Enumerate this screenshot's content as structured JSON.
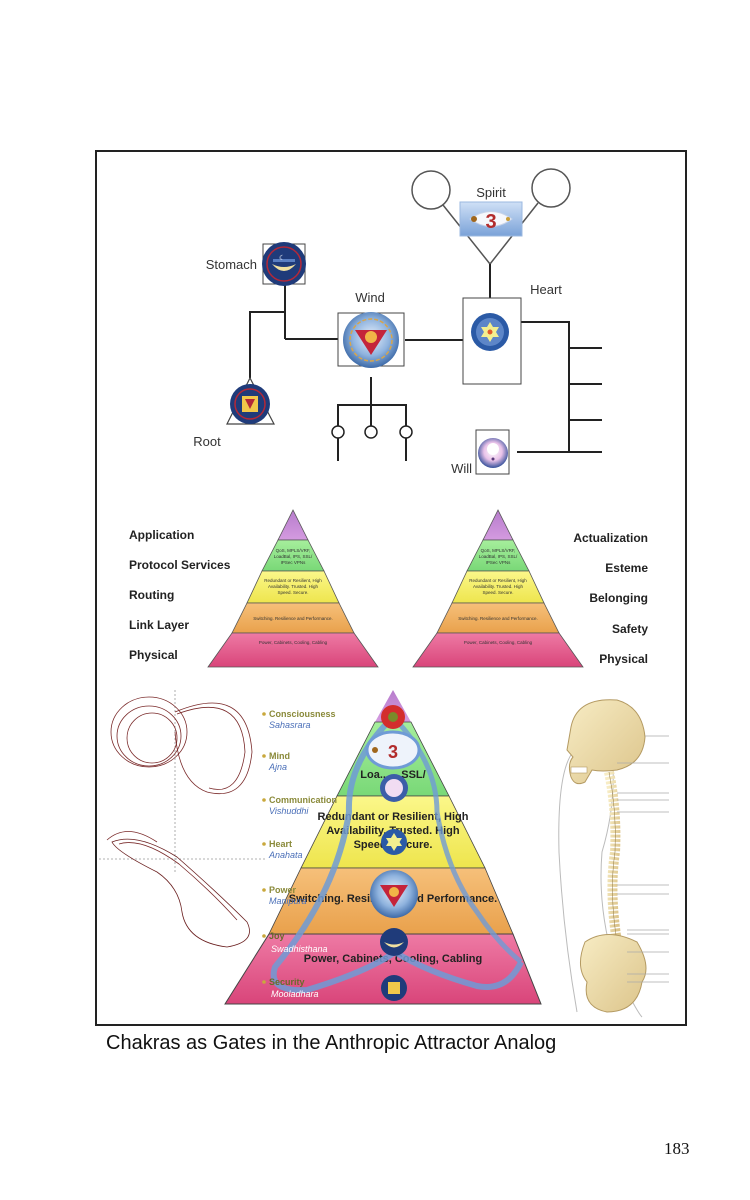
{
  "figure": {
    "network_diagram": {
      "nodes": [
        {
          "id": "spirit",
          "label": "Spirit"
        },
        {
          "id": "stomach",
          "label": "Stomach"
        },
        {
          "id": "wind",
          "label": "Wind"
        },
        {
          "id": "heart",
          "label": "Heart"
        },
        {
          "id": "root",
          "label": "Root"
        },
        {
          "id": "will",
          "label": "Will"
        }
      ]
    },
    "osi_pyramid": {
      "left_labels": [
        "Application",
        "Protocol Services",
        "Routing",
        "Link Layer",
        "Physical"
      ],
      "tiers": [
        {
          "text": "",
          "color": "#c98ad6"
        },
        {
          "text": "QoS, MPLS/VRF, LoadBal, IPS, SSL/ IPSec VPNs",
          "color": "#8fe08a"
        },
        {
          "text": "Redundant or Resilient, High Availability. Trusted. High Speed. Secure.",
          "color": "#f3f06a"
        },
        {
          "text": "Switching. Resilience and Performance.",
          "color": "#f1ad5e"
        },
        {
          "text": "Power, Cabinets, Cooling, Cabling",
          "color": "#e65b8c"
        }
      ]
    },
    "maslow_pyramid": {
      "right_labels": [
        "Actualization",
        "Esteme",
        "Belonging",
        "Safety",
        "Physical"
      ],
      "tiers": [
        {
          "text": ""
        },
        {
          "text": "QoS, MPLS/VRF, LoadBal, IPS, SSL/ IPSec VPNs"
        },
        {
          "text": "Redundant or Resilient, High Availability. Trusted. High Speed. Secure."
        },
        {
          "text": "Switching. Resilience and Performance."
        },
        {
          "text": "Power, Cabinets, Cooling, Cabling"
        }
      ]
    },
    "chakra_pyramid": {
      "tier_texts": [
        "Q... ..., Loa... ...SSL/ IP...",
        "Redundant or Resilient, High Availability. Trusted. High Speed. Secure.",
        "Switching. Resilience and Performance.",
        "Power, Cabinets, Cooling, Cabling"
      ],
      "chakra_labels": [
        {
          "name": "Consciousness",
          "sanskrit": "Sahasrara"
        },
        {
          "name": "Mind",
          "sanskrit": "Ajna"
        },
        {
          "name": "Communication",
          "sanskrit": "Vishuddhi"
        },
        {
          "name": "Heart",
          "sanskrit": "Anahata"
        },
        {
          "name": "Power",
          "sanskrit": "Manipura"
        },
        {
          "name": "Joy",
          "sanskrit": "Swadhisthana"
        },
        {
          "name": "Security",
          "sanskrit": "Mooladhara"
        }
      ]
    },
    "attractor_plot": {
      "description": "Lorenz attractor phase portraits"
    },
    "spine_illustration": {
      "description": "Human skeleton skull and spine, lateral view"
    }
  },
  "caption": "Chakras as Gates in the Anthropic Attractor Analog",
  "page_number": "183"
}
